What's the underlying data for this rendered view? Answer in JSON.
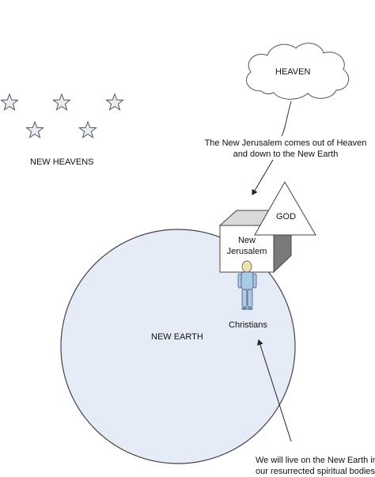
{
  "cloud_label": "HEAVEN",
  "heavens_label": "NEW HEAVENS",
  "callout_top": {
    "line1": "The New Jerusalem comes out of Heaven",
    "line2": "and down to the New Earth"
  },
  "box_label": {
    "line1": "New",
    "line2": "Jerusalem"
  },
  "god_label": "GOD",
  "person_label": "Christians",
  "earth_label": "NEW EARTH",
  "callout_bottom": {
    "line1": "We will live on the New Earth in",
    "line2": "our resurrected spiritual bodies."
  },
  "star_count": 5,
  "colors": {
    "earth_fill": "#e6ecf7",
    "star_fill": "#e7edf7",
    "person_fill": "#a9cbe8",
    "outline": "#444444",
    "box_side": "#7a7a7a"
  }
}
